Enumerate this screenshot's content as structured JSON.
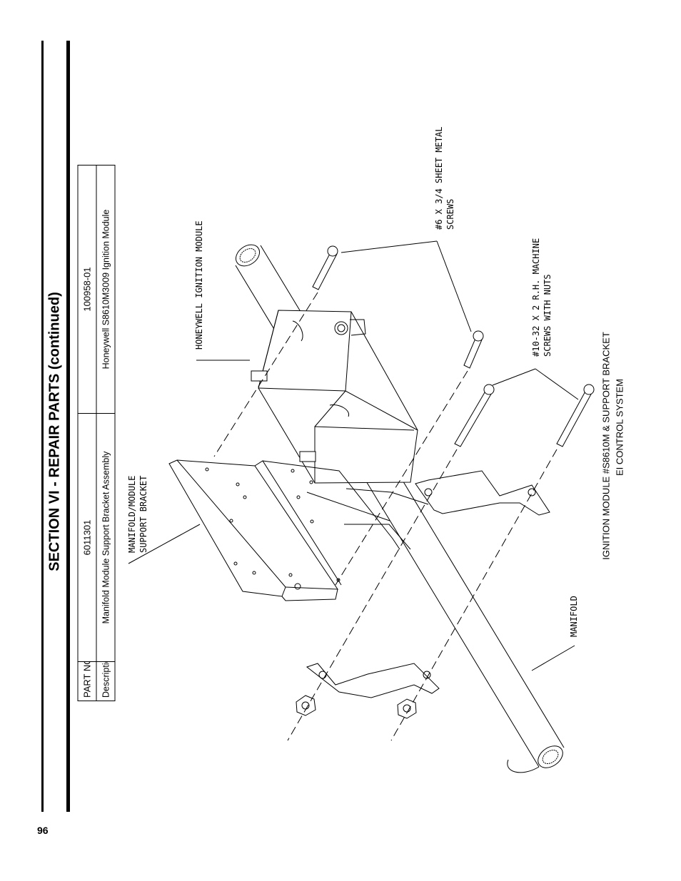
{
  "page": {
    "number": "96"
  },
  "section": {
    "title": "SECTION VI - REPAIR PARTS (continued)"
  },
  "parts_table": {
    "row_partno": {
      "header": "PART NO.",
      "col1": "6011301",
      "col2": "100958-01"
    },
    "row_desc": {
      "header": "Description",
      "col1": "Manifold Module Support Bracket Assembly",
      "col2": "Honeywell S8610M3009 Ignition Module"
    }
  },
  "drawing": {
    "callouts": {
      "honeywell_module": "HONEYWELL IGNITION MODULE",
      "sheet_metal_screws_line1": "#6 X 3/4 SHEET METAL",
      "sheet_metal_screws_line2": "SCREWS",
      "machine_screws_line1": "#10-32 X 2 R.H. MACHINE",
      "machine_screws_line2": "SCREWS WITH NUTS",
      "bracket_line1": "MANIFOLD/MODULE",
      "bracket_line2": "SUPPORT BRACKET",
      "manifold": "MANIFOLD"
    },
    "caption_line1": "IGNITION MODULE #S8610M & SUPPORT BRACKET",
    "caption_line2": "EI CONTROL SYSTEM"
  }
}
